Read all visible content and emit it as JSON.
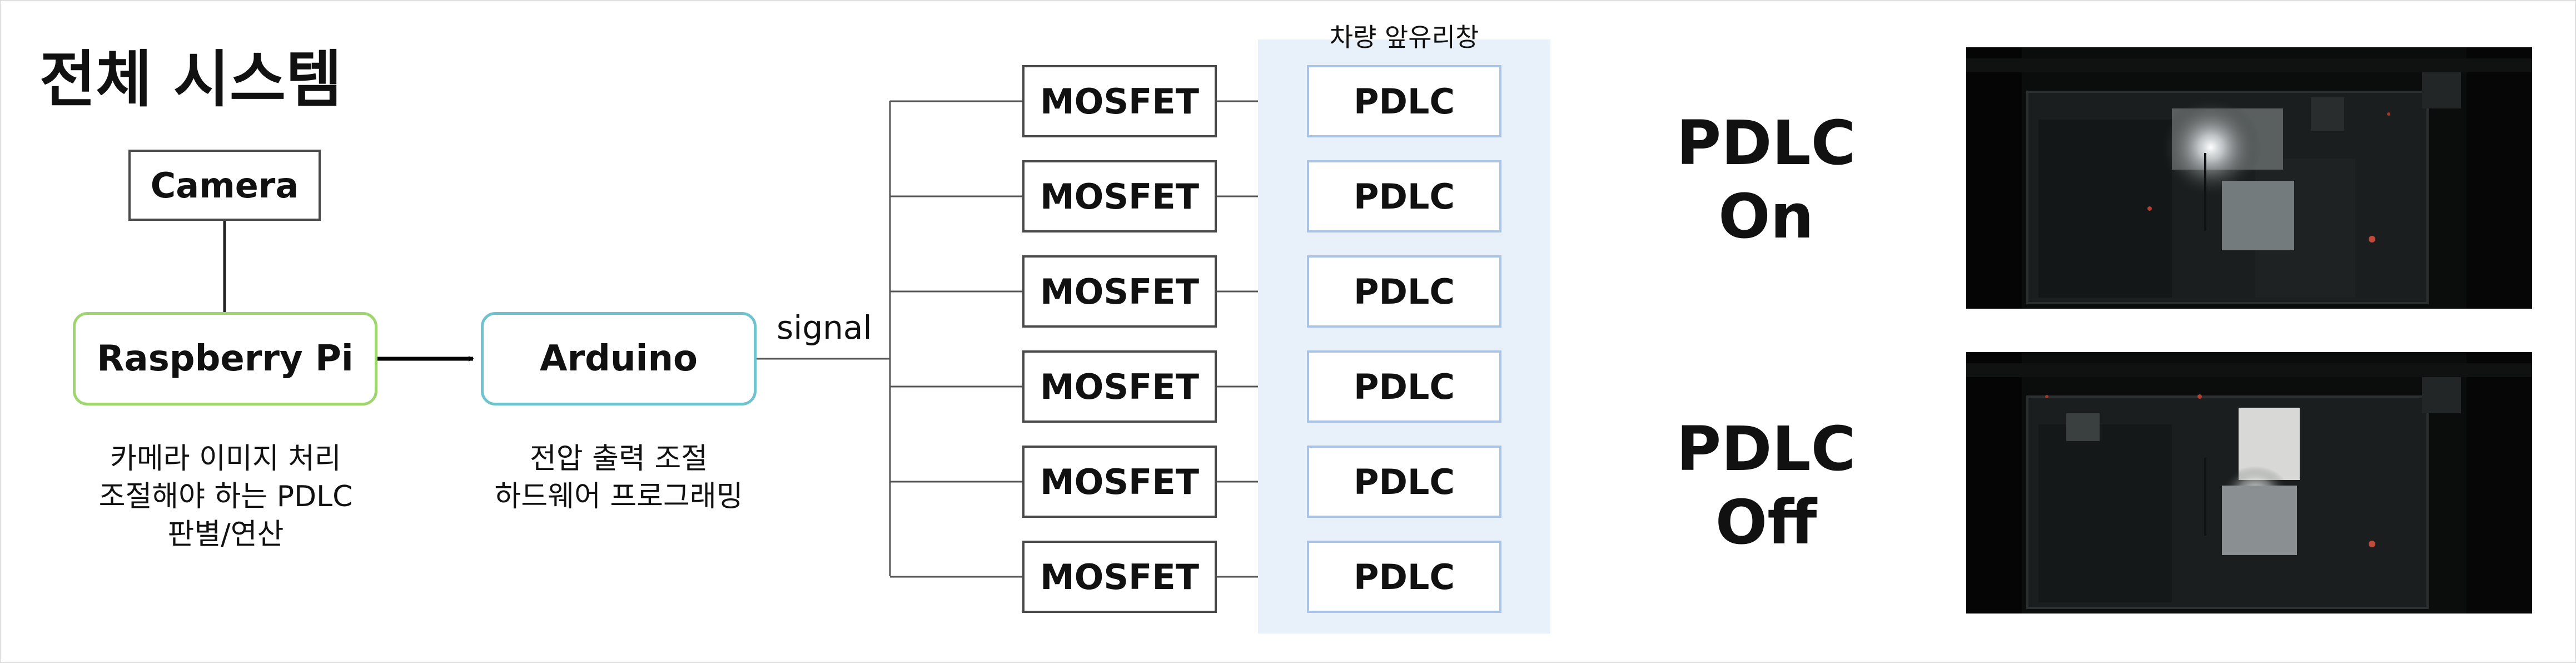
{
  "title": "전체 시스템",
  "blocks": {
    "camera": "Camera",
    "raspberry_pi": "Raspberry Pi",
    "arduino": "Arduino",
    "signal_label": "signal",
    "mosfet_label": "MOSFET",
    "pdlc_label": "PDLC"
  },
  "panel_label": "차량 앞유리창",
  "rpi_desc": [
    "카메라 이미지 처리",
    "조절해야 하는 PDLC",
    "판별/연산"
  ],
  "arduino_desc": [
    "전압 출력 조절",
    "하드웨어 프로그래밍"
  ],
  "states": {
    "on": [
      "PDLC",
      "On"
    ],
    "off": [
      "PDLC",
      "Off"
    ]
  },
  "colors": {
    "rpi_border": "#9fd56f",
    "arduino_border": "#6fc3cf",
    "pdlc_border": "#aac4e8",
    "panel_bg": "#e8f0fa"
  }
}
